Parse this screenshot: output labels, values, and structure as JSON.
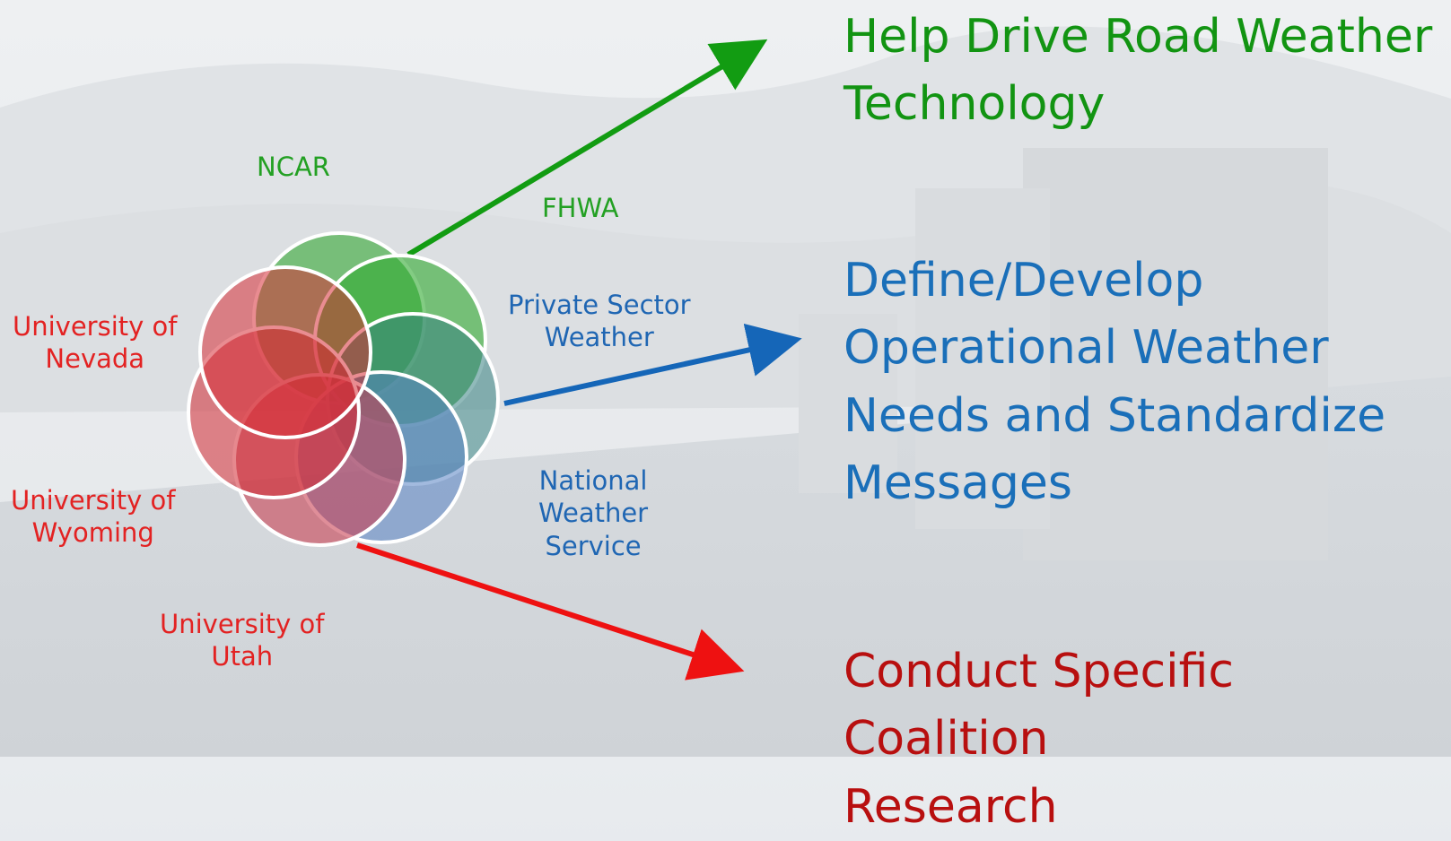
{
  "participants": {
    "ncar": "NCAR",
    "fhwa": "FHWA",
    "private_sector_weather": "Private Sector\nWeather",
    "national_weather_service": "National\nWeather\nService",
    "university_of_nevada": "University of\nNevada",
    "university_of_wyoming": "University of\nWyoming",
    "university_of_utah": "University of\nUtah"
  },
  "goals": {
    "help_drive": "Help Drive  Road Weather\nTechnology",
    "define_develop": "Define/Develop\nOperational Weather\nNeeds and Standardize\nMessages",
    "conduct_research": "Conduct Specific Coalition\nResearch"
  },
  "colors": {
    "green": "#23a023",
    "blue": "#1f66b3",
    "red": "#e32222"
  }
}
